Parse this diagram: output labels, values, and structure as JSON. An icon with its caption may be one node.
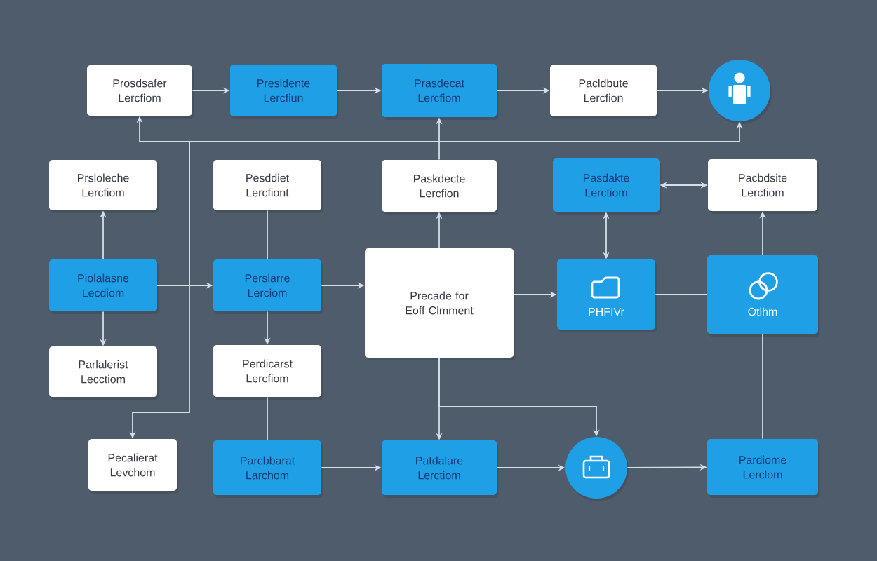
{
  "diagram": {
    "nodes": [
      {
        "text": [
          "Prosdsafer Lercfiom"
        ]
      },
      {
        "text": [
          "Presldente Lercfiun"
        ]
      },
      {
        "text": [
          "Prasdecat Lercfiom"
        ]
      },
      {
        "text": [
          "Pacldbute Lercfion"
        ]
      },
      {
        "text": [],
        "shape": "circle"
      },
      {
        "text": [
          "Prsloleche Lercfiom"
        ]
      },
      {
        "text": [
          "Pesddiet Lercfiont"
        ]
      },
      {
        "text": [
          "Paskdecte Lercfion"
        ]
      },
      {
        "text": [
          "Pasdakte Lerctiom"
        ]
      },
      {
        "text": [
          "Pacbdsite Lercfiom"
        ]
      },
      {
        "text": [
          "Piolalasne Lecdiom"
        ]
      },
      {
        "text": [
          "Perslarre Lerciom"
        ]
      },
      {
        "text": [
          "Precade for Eoff Clmment"
        ]
      },
      {
        "text": [
          "PHFIVr"
        ]
      },
      {
        "text": [
          "Otlhm"
        ]
      },
      {
        "text": [
          "Parlalerist Lecctiom"
        ]
      },
      {
        "text": [
          "Perdicarst Lercfiom"
        ]
      },
      {
        "text": [
          "Pecalierat Levchom"
        ]
      },
      {
        "text": [
          "Parcbbarat Larchom"
        ]
      },
      {
        "text": [
          "Patdalare Lerctiom"
        ]
      },
      {
        "text": [],
        "shape": "circle"
      },
      {
        "text": [
          "Pardiome Lerclom"
        ]
      }
    ],
    "edges": [
      {
        "from": 0,
        "to": 1,
        "arrow": "to"
      },
      {
        "from": 1,
        "to": 2,
        "arrow": "to"
      },
      {
        "from": 2,
        "to": 3,
        "arrow": "to"
      },
      {
        "from": 3,
        "to": 4,
        "arrow": "to"
      },
      {
        "from": 7,
        "to": 2,
        "arrow": "to"
      },
      {
        "from": 10,
        "to": 0,
        "arrow": "to"
      },
      {
        "from": 10,
        "to": 4,
        "arrow": "to"
      },
      {
        "from": 10,
        "to": 17,
        "arrow": "to"
      },
      {
        "from": 10,
        "to": 11,
        "arrow": "to"
      },
      {
        "from": 10,
        "to": 5,
        "arrow": "to"
      },
      {
        "from": 10,
        "to": 15,
        "arrow": "to"
      },
      {
        "from": 6,
        "to": 11,
        "arrow": "none"
      },
      {
        "from": 11,
        "to": 16,
        "arrow": "to"
      },
      {
        "from": 11,
        "to": 12,
        "arrow": "to"
      },
      {
        "from": 12,
        "to": 7,
        "arrow": "to"
      },
      {
        "from": 12,
        "to": 13,
        "arrow": "to"
      },
      {
        "from": 13,
        "to": 14,
        "arrow": "none"
      },
      {
        "from": 8,
        "to": 9,
        "arrow": "both"
      },
      {
        "from": 8,
        "to": 13,
        "arrow": "both"
      },
      {
        "from": 14,
        "to": 9,
        "arrow": "to"
      },
      {
        "from": 12,
        "to": 19,
        "arrow": "to"
      },
      {
        "from": 12,
        "to": 20,
        "arrow": "to"
      },
      {
        "from": 16,
        "to": 18,
        "arrow": "none"
      },
      {
        "from": 18,
        "to": 19,
        "arrow": "to"
      },
      {
        "from": 19,
        "to": 20,
        "arrow": "to"
      },
      {
        "from": 20,
        "to": 21,
        "arrow": "to"
      },
      {
        "from": 14,
        "to": 21,
        "arrow": "none"
      }
    ]
  }
}
